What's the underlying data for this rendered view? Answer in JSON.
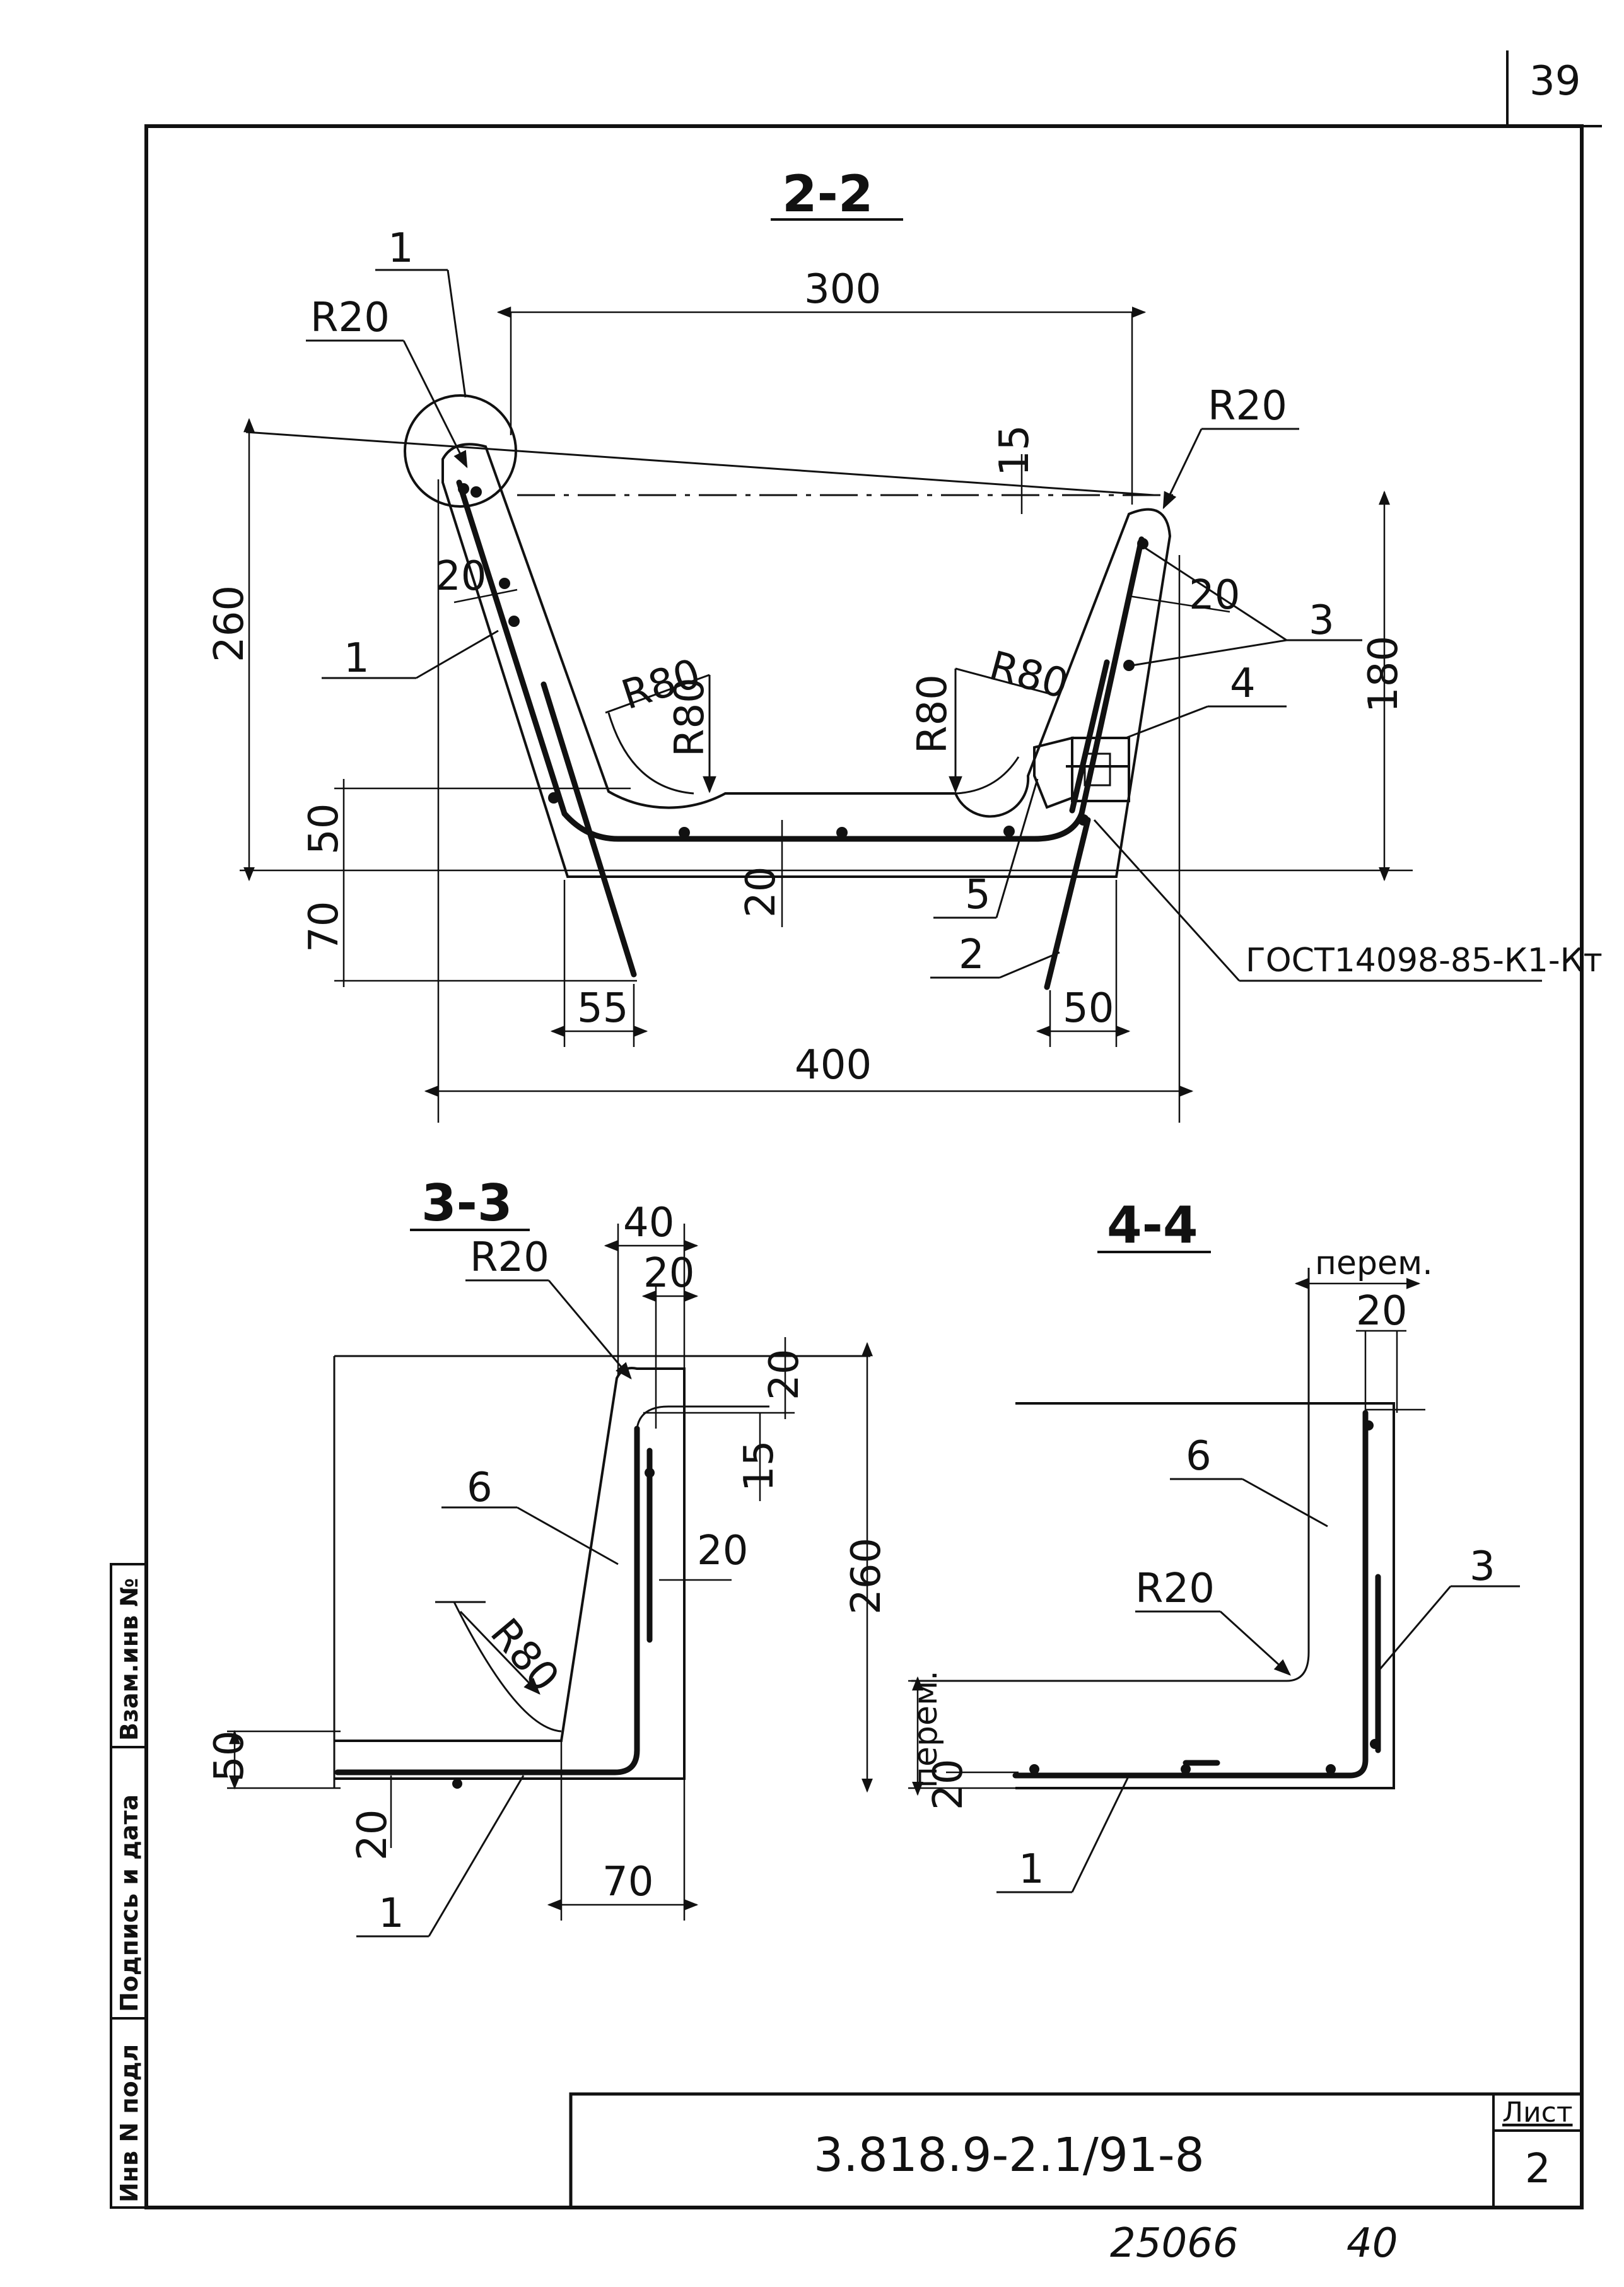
{
  "page_number": "39",
  "drawing_code": "3.818.9-2.1/91-8",
  "sheet": {
    "label": "Лист",
    "number": "2"
  },
  "footer": {
    "archive": "25066",
    "sheet_ref": "40"
  },
  "side_stamp": {
    "vzam": "Взам.инв №",
    "podpis": "Подпись и дата",
    "inv": "Инв N подл"
  },
  "sections": {
    "s22": {
      "title": "2-2",
      "labels": {
        "d300": "300",
        "d400": "400",
        "d260": "260",
        "d180": "180",
        "d50": "50",
        "d70": "70",
        "d55": "55",
        "d50r": "50",
        "d20a": "20",
        "d20b": "20",
        "d20c": "20",
        "d15": "15",
        "r20a": "R20",
        "r20b": "R20",
        "r80a": "R80",
        "r80b": "R80",
        "r80c": "R80",
        "r80d": "R80",
        "p1a": "1",
        "p1b": "1",
        "p2": "2",
        "p3": "3",
        "p4": "4",
        "p5": "5",
        "gost": "ГОСТ14098-85-К1-Кт"
      }
    },
    "s33": {
      "title": "3-3",
      "labels": {
        "d40": "40",
        "d20a": "20",
        "d20b": "20",
        "d15": "15",
        "d20c": "20",
        "d260": "260",
        "d50": "50",
        "d20d": "20",
        "d70": "70",
        "r20": "R20",
        "r80": "R80",
        "p6": "6",
        "p1": "1"
      }
    },
    "s44": {
      "title": "4-4",
      "labels": {
        "perem_top": "перем.",
        "d20a": "20",
        "d20b": "20",
        "perem_left": "перем.",
        "r20": "R20",
        "p6": "6",
        "p3": "3",
        "p1": "1"
      }
    }
  }
}
